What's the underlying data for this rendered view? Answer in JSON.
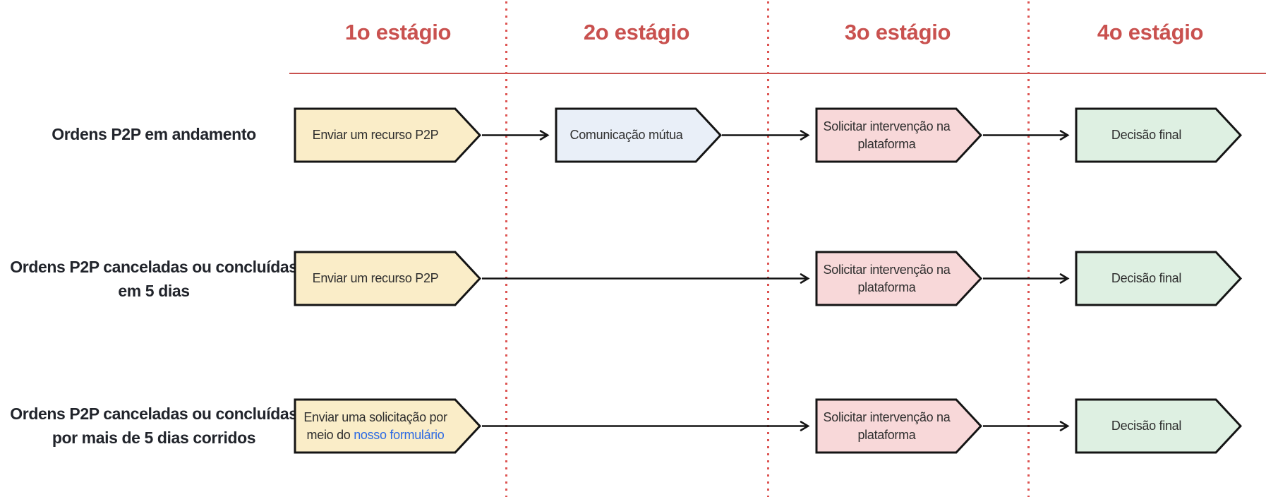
{
  "palette": {
    "accent_red": "#c9514f",
    "dot_red": "#dd5452",
    "stroke_black": "#141414",
    "yellow_fill": "#faedc8",
    "blue_fill": "#e9eff8",
    "pink_fill": "#f8d8d9",
    "green_fill": "#def0e2",
    "link_blue": "#2d6ae3",
    "label_dark": "#21242b"
  },
  "stages": [
    {
      "label": "1o estágio"
    },
    {
      "label": "2o estágio"
    },
    {
      "label": "3o estágio"
    },
    {
      "label": "4o estágio"
    }
  ],
  "rows": [
    {
      "label": {
        "line1": "Ordens P2P em andamento"
      },
      "steps": [
        {
          "line1": "Enviar um recurso P2P"
        },
        {
          "line1": "Comunicação mútua"
        },
        {
          "line1": "Solicitar intervenção na",
          "line2": "plataforma"
        },
        {
          "line1": "Decisão final"
        }
      ]
    },
    {
      "label": {
        "line1": "Ordens P2P canceladas ou concluídas",
        "line2": "em 5 dias"
      },
      "steps": [
        {
          "line1": "Enviar um recurso P2P"
        },
        {
          "line1": "Solicitar intervenção na",
          "line2": "plataforma"
        },
        {
          "line1": "Decisão final"
        }
      ]
    },
    {
      "label": {
        "line1": "Ordens P2P canceladas ou concluídas",
        "line2": "por mais de 5 dias corridos"
      },
      "steps": [
        {
          "line1": "Enviar uma solicitação por",
          "line2_prefix": "meio do ",
          "line2_link": "nosso formulário"
        },
        {
          "line1": "Solicitar intervenção na",
          "line2": "plataforma"
        },
        {
          "line1": "Decisão final"
        }
      ]
    }
  ]
}
